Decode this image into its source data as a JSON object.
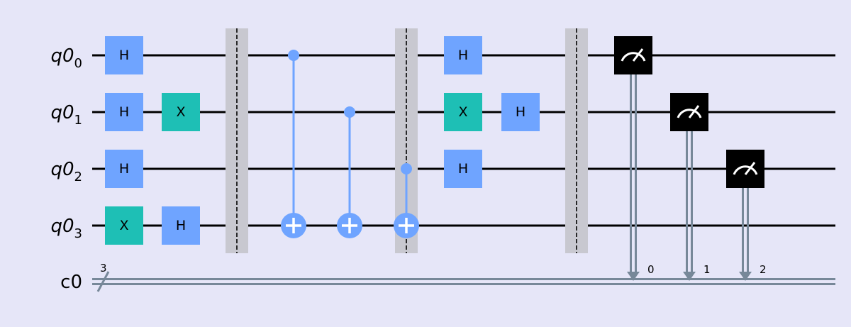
{
  "colors": {
    "background": "#e6e6f8",
    "h_gate": "#6fa4ff",
    "x_gate": "#1ebfb5",
    "cnot": "#6fa4ff",
    "measure": "#000000",
    "classical": "#778899",
    "barrier": "#c8c8d0"
  },
  "qubits": [
    {
      "name": "q0",
      "index": "0"
    },
    {
      "name": "q0",
      "index": "1"
    },
    {
      "name": "q0",
      "index": "2"
    },
    {
      "name": "q0",
      "index": "3"
    }
  ],
  "classical_register": {
    "name": "c0",
    "width": "3"
  },
  "gates": [
    {
      "label": "H",
      "qubit": 0,
      "col": 0,
      "kind": "h"
    },
    {
      "label": "H",
      "qubit": 1,
      "col": 0,
      "kind": "h"
    },
    {
      "label": "H",
      "qubit": 2,
      "col": 0,
      "kind": "h"
    },
    {
      "label": "X",
      "qubit": 3,
      "col": 0,
      "kind": "x"
    },
    {
      "label": "X",
      "qubit": 1,
      "col": 1,
      "kind": "x"
    },
    {
      "label": "H",
      "qubit": 3,
      "col": 1,
      "kind": "h"
    },
    {
      "label": "H",
      "qubit": 0,
      "col": 6,
      "kind": "h"
    },
    {
      "label": "X",
      "qubit": 1,
      "col": 6,
      "kind": "x"
    },
    {
      "label": "H",
      "qubit": 2,
      "col": 6,
      "kind": "h"
    },
    {
      "label": "H",
      "qubit": 1,
      "col": 7,
      "kind": "h"
    }
  ],
  "barriers": [
    2,
    5,
    8
  ],
  "cnots": [
    {
      "control": 0,
      "target": 3,
      "col": 3
    },
    {
      "control": 1,
      "target": 3,
      "col": 4
    },
    {
      "control": 2,
      "target": 3,
      "col": 5
    }
  ],
  "measurements": [
    {
      "qubit": 0,
      "clbit": "0",
      "col": 9
    },
    {
      "qubit": 1,
      "clbit": "1",
      "col": 10
    },
    {
      "qubit": 2,
      "clbit": "2",
      "col": 11
    }
  ]
}
